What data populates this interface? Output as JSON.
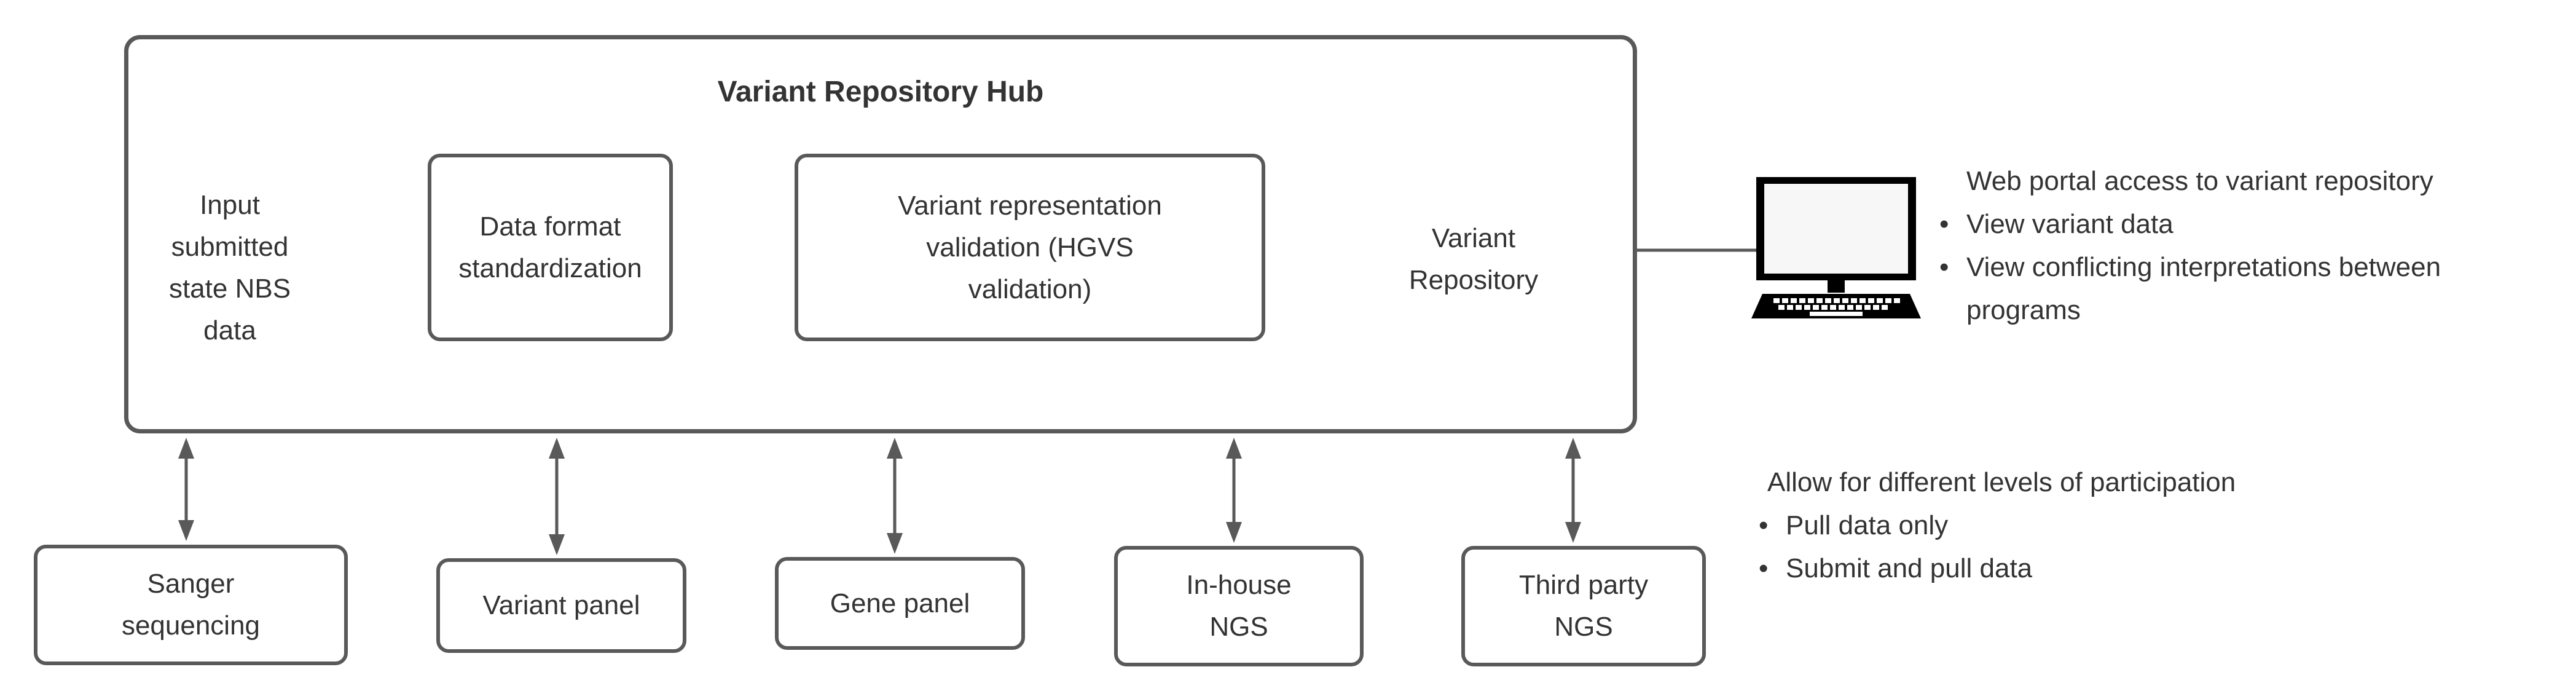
{
  "glyphs": {
    "bullet": "•"
  },
  "colors": {
    "stroke_gray": "#595959",
    "text": "#333333",
    "icon_black": "#000000",
    "background": "#ffffff"
  },
  "hub": {
    "title": "Variant Repository Hub",
    "input_text": "Input\nsubmitted\nstate NBS\ndata",
    "standardization_label": "Data format\nstandardization",
    "validation_label": "Variant representation\nvalidation (HGVS\nvalidation)",
    "repository_label": "Variant\nRepository"
  },
  "web_portal_note": {
    "heading": "Web portal access to variant repository",
    "items": [
      "View variant data",
      "View conflicting interpretations between\nprograms"
    ]
  },
  "participation_note": {
    "heading": "Allow for different levels of participation",
    "items": [
      "Pull data only",
      "Submit and pull data"
    ]
  },
  "sources": [
    {
      "label": "Sanger\nsequencing"
    },
    {
      "label": "Variant panel"
    },
    {
      "label": "Gene panel"
    },
    {
      "label": "In-house\nNGS"
    },
    {
      "label": "Third party\nNGS"
    }
  ]
}
